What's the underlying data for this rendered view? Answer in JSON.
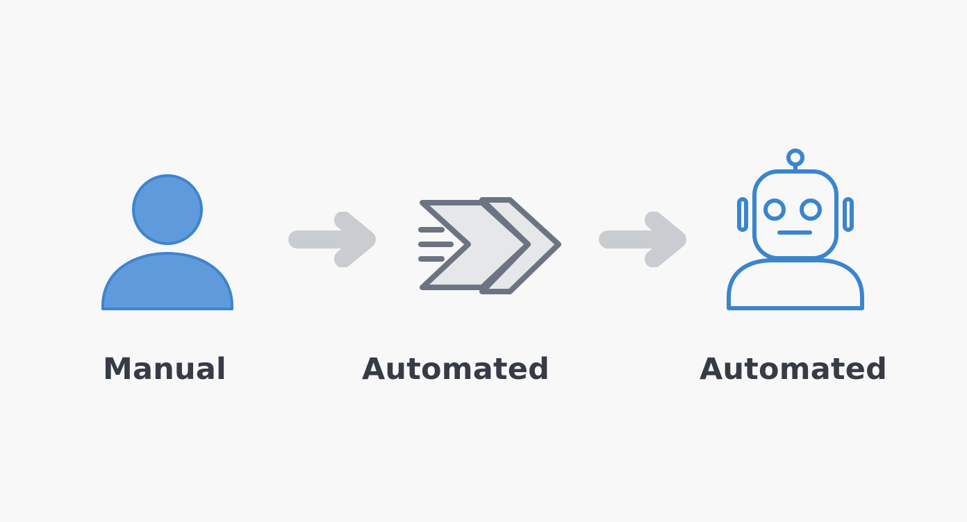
{
  "colors": {
    "background": "#f8f8f8",
    "person_blue": "#5f9bdb",
    "person_stroke": "#3d84d0",
    "robot_blue": "#3a85cd",
    "chevron_stroke": "#6c7482",
    "chevron_fill": "#e6e7e9",
    "arrow_gray": "#c9ccd0",
    "label_text": "#363b46"
  },
  "steps": [
    {
      "label": "Manual",
      "icon": "person-icon"
    },
    {
      "label": "Automated",
      "icon": "fast-forward-chevron-icon"
    },
    {
      "label": "Automated",
      "icon": "robot-icon"
    }
  ],
  "connectors": [
    {
      "icon": "right-arrow-icon"
    },
    {
      "icon": "right-arrow-icon"
    }
  ]
}
